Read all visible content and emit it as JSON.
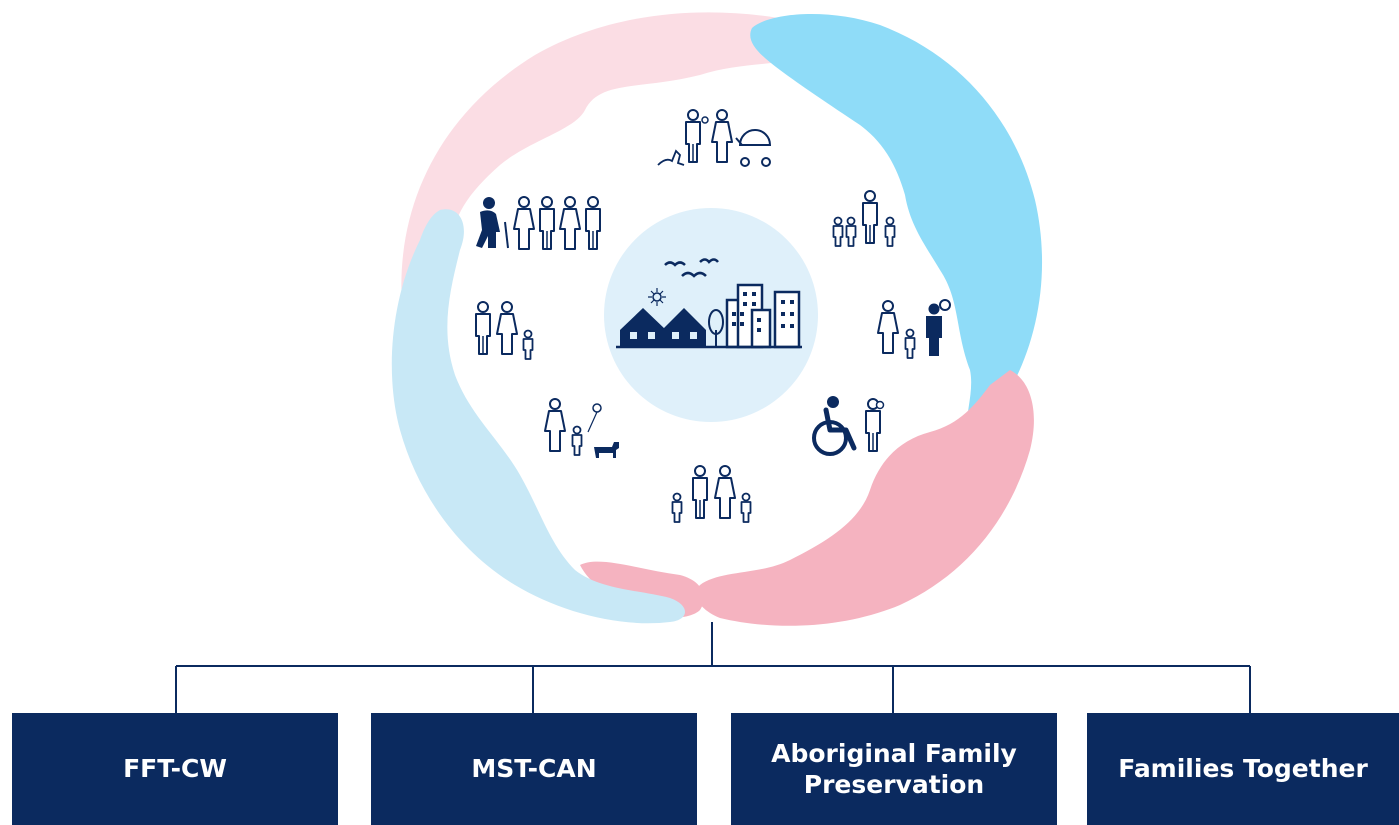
{
  "programs": [
    {
      "label": "FFT-CW"
    },
    {
      "label": "MST-CAN"
    },
    {
      "label": "Aboriginal Family Preservation"
    },
    {
      "label": "Families Together"
    }
  ],
  "icons": {
    "center": "city-community-icon",
    "families": [
      "family-with-pram-icon",
      "father-with-children-icon",
      "mother-with-children-icon",
      "wheelchair-user-with-child-icon",
      "family-of-four-icon",
      "parent-child-dog-icon",
      "couple-with-child-icon",
      "elder-with-family-icon"
    ],
    "surround": "four-hands-circle-icon"
  },
  "colors": {
    "navy": "#0b2a5f",
    "hand_blue": "#8fdcf8",
    "hand_light_blue": "#c8e8f6",
    "hand_pink": "#f5b3c0",
    "hand_light_pink": "#fbdde4",
    "center_circle": "#dff0fa"
  }
}
